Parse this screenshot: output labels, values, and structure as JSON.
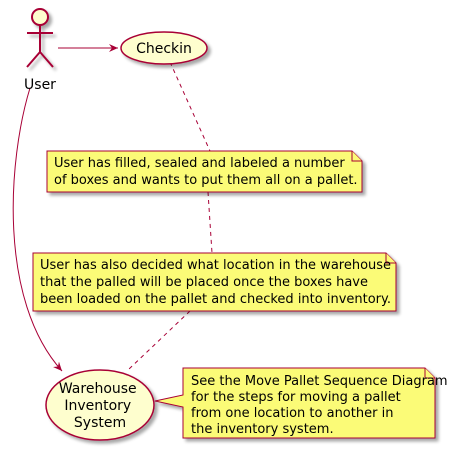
{
  "diagram": {
    "colors": {
      "actor_fill": "#FEFECE",
      "actor_stroke": "#A80036",
      "usecase_fill": "#FEFECE",
      "usecase_stroke": "#A80036",
      "note_fill": "#FBFB77",
      "note_stroke": "#A80036",
      "arrow": "#A80036"
    },
    "actor": {
      "label": "User"
    },
    "usecases": {
      "checkin": {
        "label": "Checkin"
      },
      "warehouse": {
        "lines": [
          "Warehouse",
          "Inventory",
          "System"
        ]
      }
    },
    "notes": {
      "boxes": {
        "lines": [
          "User has filled, sealed and labeled a number",
          "of boxes and wants to put them all on a pallet."
        ]
      },
      "location": {
        "lines": [
          "User has also decided what location in the warehouse",
          "that the palled will be placed once the boxes have",
          "been loaded on the pallet and checked into inventory."
        ]
      },
      "sequence": {
        "lines": [
          "See the Move Pallet Sequence Diagram",
          "for the steps for moving a pallet",
          "from one location to another in",
          "the inventory system."
        ]
      }
    }
  }
}
